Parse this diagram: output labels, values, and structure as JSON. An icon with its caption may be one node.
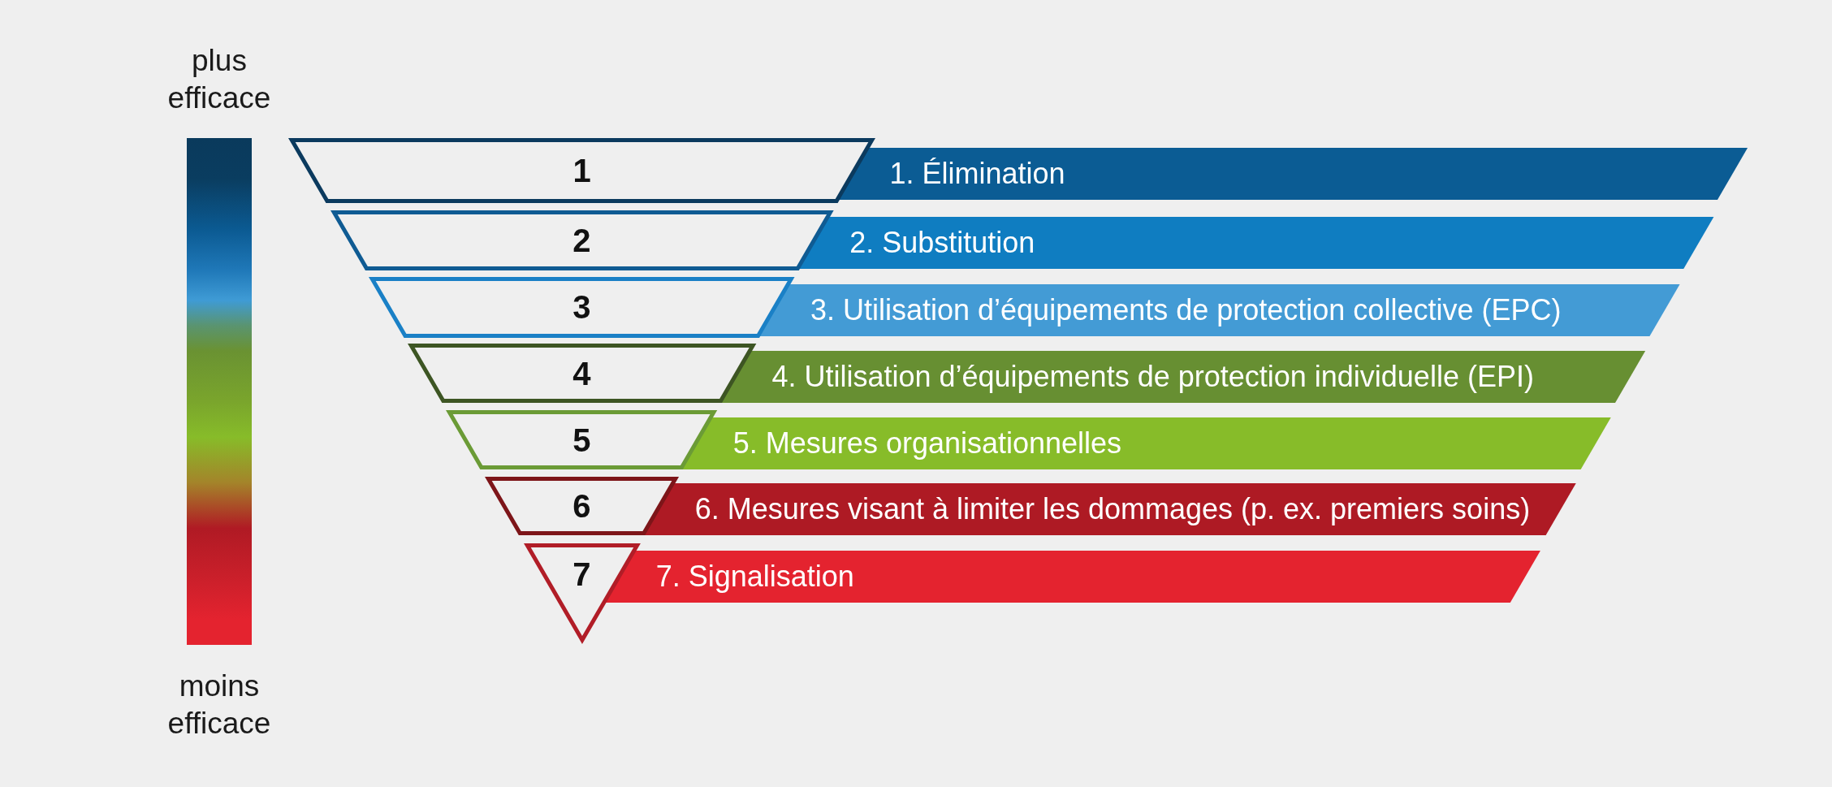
{
  "diagram": {
    "nodes": [
      {
        "text": [
          "plus efficace",
          "moins efficace"
        ]
      },
      {
        "text": [
          "1"
        ]
      },
      {
        "text": [
          "1. Élimination"
        ]
      },
      {
        "text": [
          "2"
        ]
      },
      {
        "text": [
          "2. Substitution"
        ]
      },
      {
        "text": [
          "3"
        ]
      },
      {
        "text": [
          "3. Utilisation d’équipements de protection collective (EPC)"
        ]
      },
      {
        "text": [
          "4"
        ]
      },
      {
        "text": [
          "4. Utilisation d’équipements de protection individuelle (EPI)"
        ]
      },
      {
        "text": [
          "5"
        ]
      },
      {
        "text": [
          "5. Mesures organisationnelles"
        ]
      },
      {
        "text": [
          "6"
        ]
      },
      {
        "text": [
          "6. Mesures visant à limiter les dommages (p. ex. premiers soins)"
        ]
      },
      {
        "text": [
          "7"
        ]
      },
      {
        "text": [
          "7. Signalisation"
        ]
      }
    ]
  }
}
